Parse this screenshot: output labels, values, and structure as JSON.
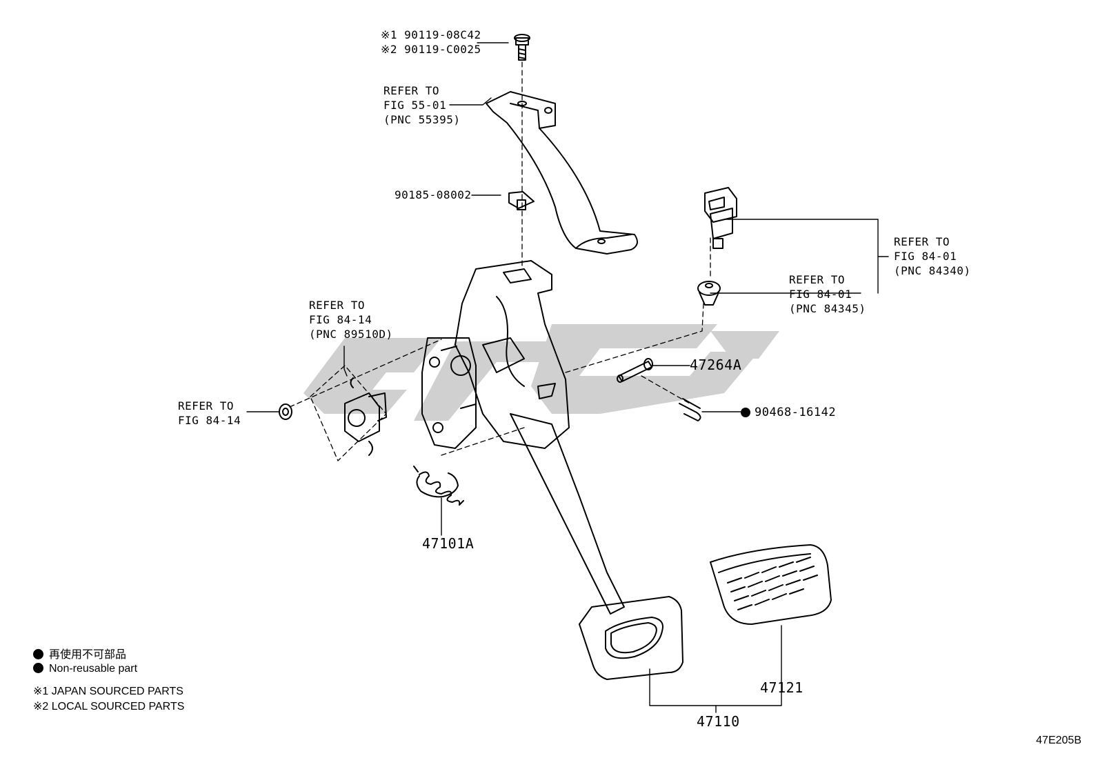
{
  "callouts": {
    "bolt": {
      "line1": "※1 90119-08C42",
      "line2": "※2 90119-C0025"
    },
    "bracket_ref": {
      "line1": "REFER TO",
      "line2": "FIG 55-01",
      "line3": "(PNC 55395)"
    },
    "nut": "90185-08002",
    "switch_ref": {
      "line1": "REFER TO",
      "line2": "FIG 84-01",
      "line3": "(PNC 84340)"
    },
    "cushion_ref": {
      "line1": "REFER TO",
      "line2": "FIG 84-01",
      "line3": "(PNC 84345)"
    },
    "sensor_ref": {
      "line1": "REFER TO",
      "line2": "FIG 84-14",
      "line3": "(PNC 89510D)"
    },
    "clip_ref": {
      "line1": "REFER TO",
      "line2": "FIG 84-14"
    },
    "pin": "47264A",
    "clip_pin": "90468-16142",
    "spring": "47101A",
    "pad": "47121",
    "pedal_assy": "47110"
  },
  "legend": {
    "non_reusable_jp": "再使用不可部品",
    "non_reusable_en": "Non-reusable part",
    "note1": "※1 JAPAN SOURCED PARTS",
    "note2": "※2 LOCAL SOURCED PARTS"
  },
  "watermark": "GTRC",
  "drawing_code": "47E205B"
}
